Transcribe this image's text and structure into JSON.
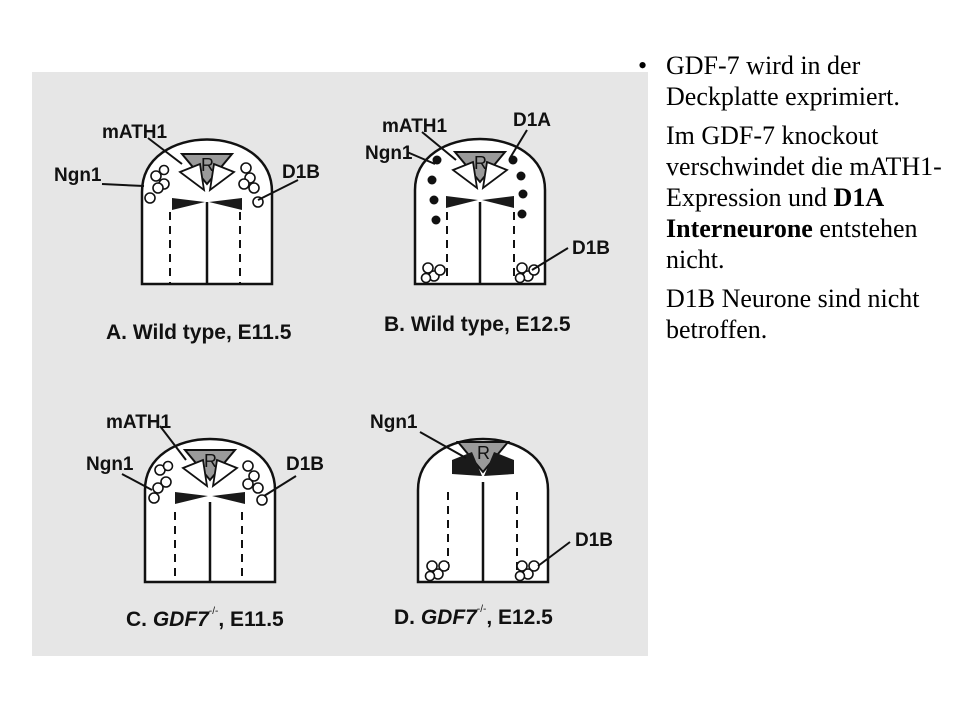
{
  "figure": {
    "labels": {
      "mATH1": "mATH1",
      "Ngn1": "Ngn1",
      "D1B": "D1B",
      "D1A": "D1A",
      "R": "R"
    },
    "captions": {
      "a": {
        "letter": "A.",
        "text": "Wild type, E11.5"
      },
      "b": {
        "letter": "B.",
        "text": "Wild type, E12.5"
      },
      "c": {
        "letter": "C.",
        "gene": "GDF7",
        "sup": "-/-",
        "rest": ", E11.5"
      },
      "d": {
        "letter": "D.",
        "gene": "GDF7",
        "sup": "-/-",
        "rest": ", E12.5"
      }
    }
  },
  "text": {
    "bullet": "•",
    "p1": "GDF-7 wird in der Deckplatte exprimiert.",
    "p2_a": "Im GDF-7 knockout verschwindet die mATH1- Expression und ",
    "p2_bold": "D1A Interneurone",
    "p2_b": " entstehen nicht.",
    "p3": "D1B Neurone sind nicht betroffen."
  }
}
